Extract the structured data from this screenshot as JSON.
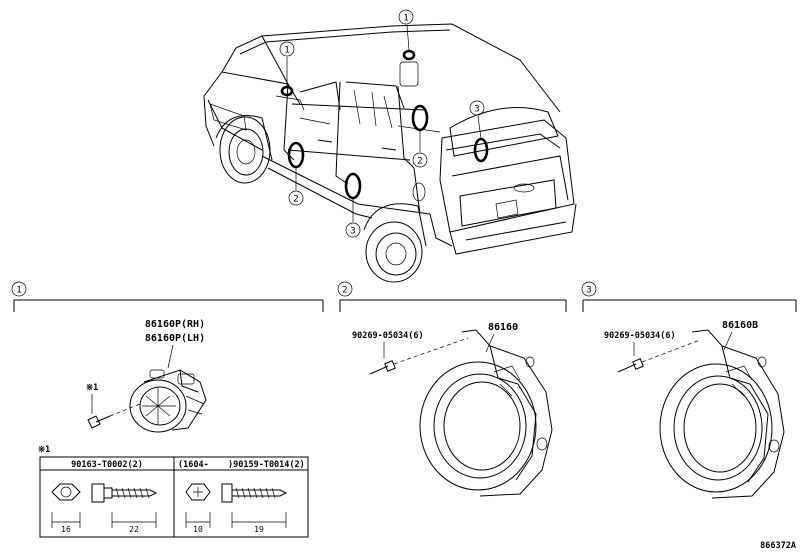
{
  "callouts": {
    "one": "1",
    "two": "2",
    "three": "3"
  },
  "section1": {
    "part_rh": "86160P(RH)",
    "part_lh": "86160P(LH)",
    "note_mark": "※1"
  },
  "section2": {
    "screw": "90269-05034(6)",
    "part": "86160"
  },
  "section3": {
    "screw": "90269-05034(6)",
    "part": "86160B"
  },
  "note_table": {
    "mark": "※1",
    "left_part": "90163-T0002(2)",
    "right_prefix": "(1604-",
    "right_part": ")90159-T0014(2)",
    "dims": [
      "16",
      "22",
      "10",
      "19"
    ]
  },
  "footer": {
    "code": "866372A"
  },
  "icons": [
    "car-icon",
    "tweeter-icon",
    "speaker-icon",
    "screw-icon",
    "hex-nut-icon",
    "phillips-head-icon"
  ]
}
